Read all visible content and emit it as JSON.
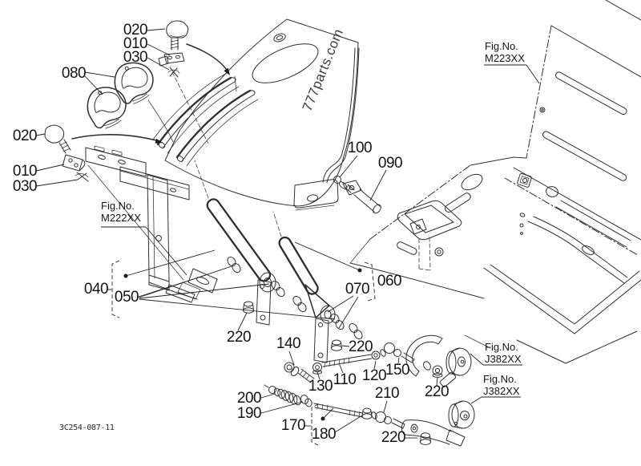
{
  "diagram": {
    "title_context": "parts-diagram",
    "drawing_number": "3C254-087-11",
    "watermark": "777parts.com",
    "fig_refs": [
      {
        "line1": "Fig.No.",
        "line2": "M222XX"
      },
      {
        "line1": "Fig.No.",
        "line2": "M223XX"
      },
      {
        "line1": "Fig.No.",
        "line2": "J382XX"
      },
      {
        "line1": "Fig.No.",
        "line2": "J382XX"
      }
    ],
    "callouts": [
      {
        "text": "020"
      },
      {
        "text": "010"
      },
      {
        "text": "030"
      },
      {
        "text": "080"
      },
      {
        "text": "020"
      },
      {
        "text": "010"
      },
      {
        "text": "030"
      },
      {
        "text": "100"
      },
      {
        "text": "090"
      },
      {
        "text": "040"
      },
      {
        "text": "050"
      },
      {
        "text": "220"
      },
      {
        "text": "140"
      },
      {
        "text": "070"
      },
      {
        "text": "060"
      },
      {
        "text": "220"
      },
      {
        "text": "130"
      },
      {
        "text": "110"
      },
      {
        "text": "120"
      },
      {
        "text": "150"
      },
      {
        "text": "220"
      },
      {
        "text": "210"
      },
      {
        "text": "200"
      },
      {
        "text": "190"
      },
      {
        "text": "170"
      },
      {
        "text": "180"
      },
      {
        "text": "220"
      }
    ]
  }
}
